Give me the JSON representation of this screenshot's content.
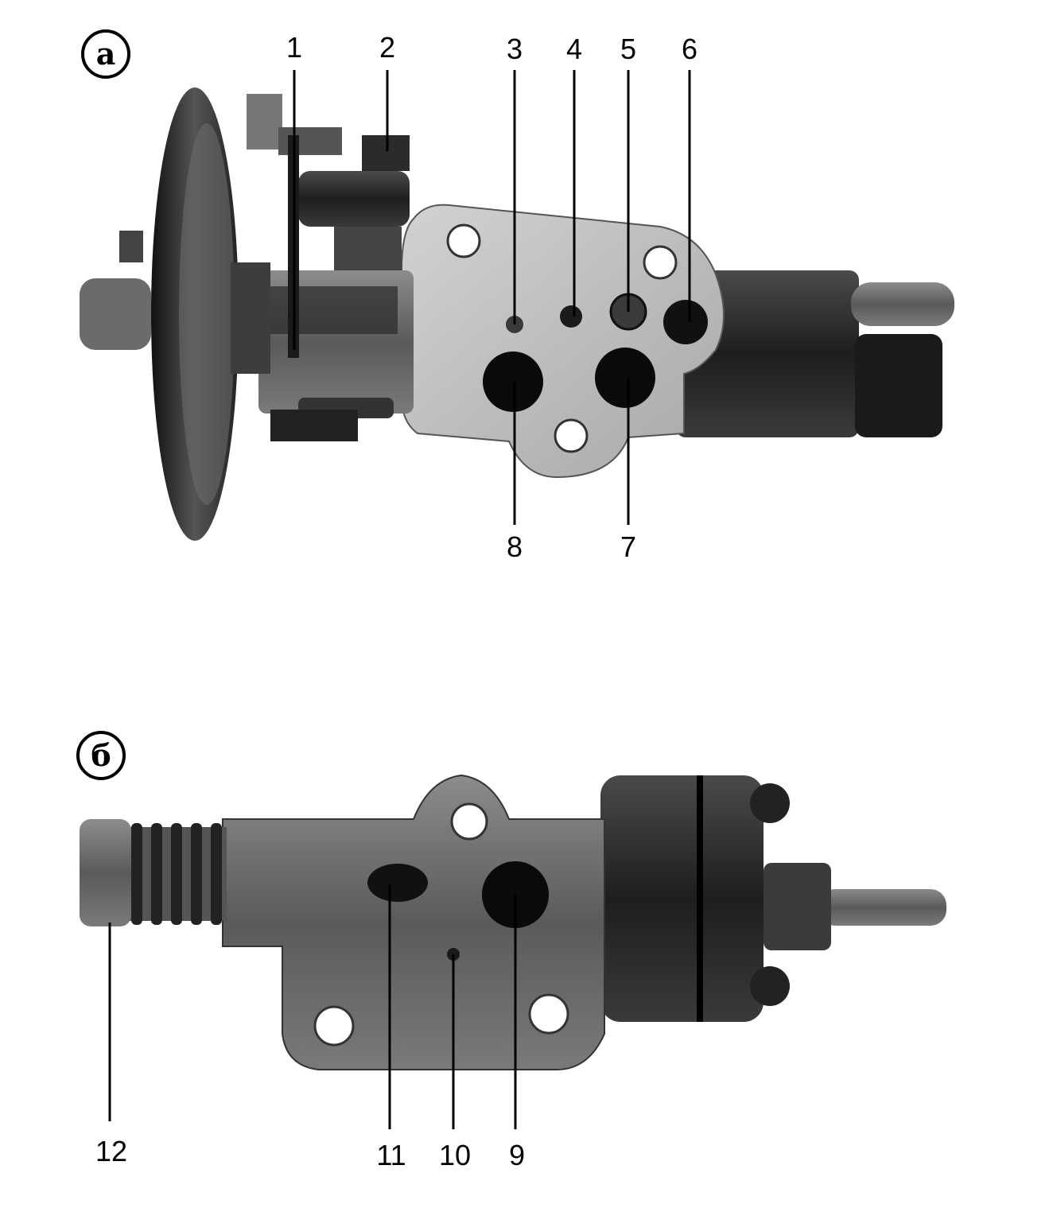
{
  "panels": [
    {
      "id": "a",
      "label": "а",
      "callouts": [
        "1",
        "2",
        "3",
        "4",
        "5",
        "6",
        "7",
        "8"
      ]
    },
    {
      "id": "b",
      "label": "б",
      "callouts": [
        "9",
        "10",
        "11",
        "12"
      ]
    }
  ],
  "colors": {
    "background": "#ffffff",
    "ink": "#000000",
    "metal_light": "#cfcfcf",
    "metal_mid": "#8a8a8a",
    "metal_dark": "#2a2a2a"
  }
}
